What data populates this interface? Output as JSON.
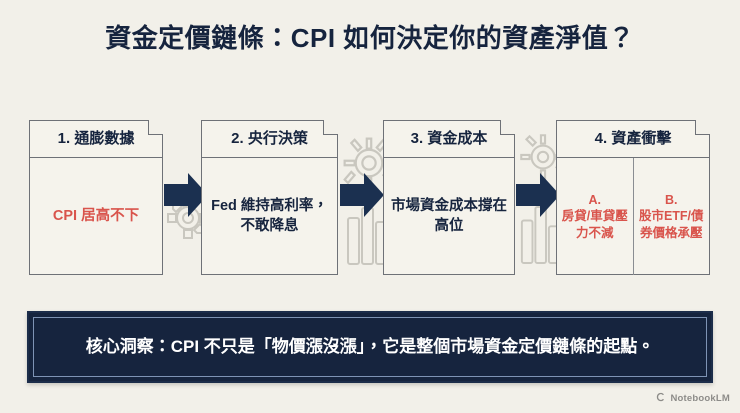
{
  "slide": {
    "title": "資金定價鏈條：CPI 如何決定你的資產淨值？",
    "background_color": "#F2F0E9",
    "accent_color": "#D9544C",
    "navy_color": "#16243E"
  },
  "flow": {
    "cards": [
      {
        "header": "1. 通膨數據",
        "body": "CPI 居高不下",
        "body_style": "accent"
      },
      {
        "header": "2. 央行決策",
        "body": "Fed 維持高利率，不敢降息",
        "body_style": "navy"
      },
      {
        "header": "3. 資金成本",
        "body": "市場資金成本撐在高位",
        "body_style": "navy"
      },
      {
        "header": "4. 資產衝擊",
        "columns": [
          {
            "label": "A.",
            "text": "房貸/車貸壓力不減"
          },
          {
            "label": "B.",
            "text": "股市ETF/債券價格承壓"
          }
        ]
      }
    ],
    "arrows": [
      {
        "name": "arrow-1-to-2"
      },
      {
        "name": "arrow-2-to-3"
      },
      {
        "name": "arrow-3-to-4"
      }
    ],
    "decorations": [
      "gear-icon",
      "gear-icon",
      "coin-stack-icon",
      "coin-stack-icon"
    ]
  },
  "callout": {
    "text": "核心洞察：CPI 不只是「物價漲沒漲」，它是整個市場資金定價鏈條的起點。"
  },
  "watermark": {
    "label": "NotebookLM",
    "icon": "notebooklm-icon"
  }
}
